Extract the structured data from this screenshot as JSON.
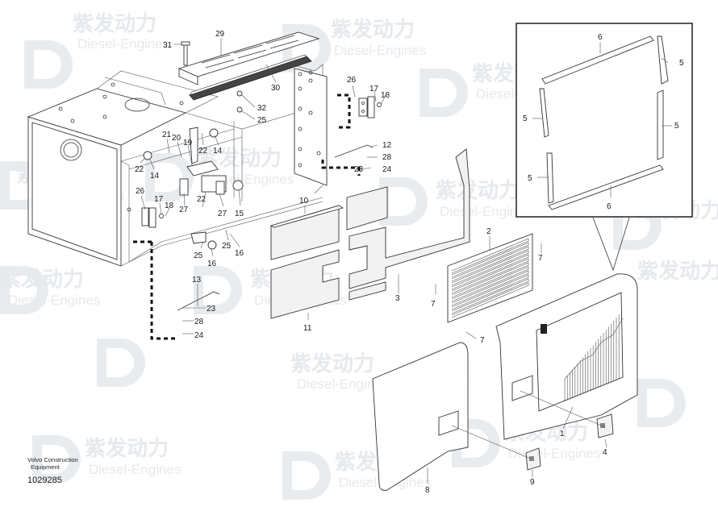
{
  "watermark": {
    "brand_cn": "紫发动力",
    "brand_en": "Diesel-Engines"
  },
  "footer": {
    "company_line1": "Volvo Construction",
    "company_line2": "Equipment",
    "drawing_number": "1029285"
  },
  "callouts": [
    "1",
    "2",
    "3",
    "4",
    "5",
    "6",
    "7",
    "8",
    "9",
    "10",
    "11",
    "12",
    "13",
    "14",
    "15",
    "16",
    "17",
    "18",
    "19",
    "20",
    "21",
    "22",
    "23",
    "24",
    "25",
    "26",
    "27",
    "28",
    "29",
    "30",
    "31",
    "32"
  ]
}
